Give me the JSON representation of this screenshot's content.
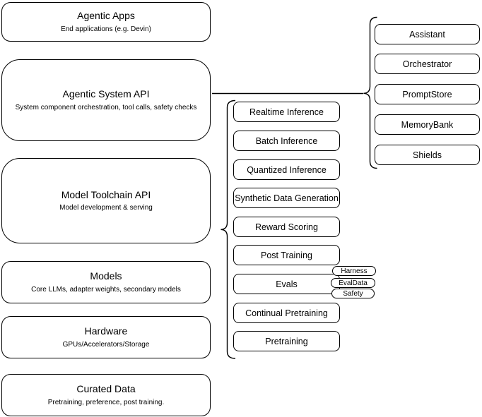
{
  "diagram": {
    "background_color": "#ffffff",
    "stroke_color": "#000000",
    "left_stack": [
      {
        "title": "Agentic Apps",
        "subtitle": "End applications (e.g. Devin)"
      },
      {
        "title": "Agentic System API",
        "subtitle": "System component orchestration, tool calls, safety checks"
      },
      {
        "title": "Model Toolchain API",
        "subtitle": "Model development & serving"
      },
      {
        "title": "Models",
        "subtitle": "Core LLMs, adapter weights, secondary models"
      },
      {
        "title": "Hardware",
        "subtitle": "GPUs/Accelerators/Storage"
      },
      {
        "title": "Curated Data",
        "subtitle": "Pretraining, preference, post training."
      }
    ],
    "toolchain_items": [
      "Realtime Inference",
      "Batch Inference",
      "Quantized Inference",
      "Synthetic Data Generation",
      "Reward Scoring",
      "Post Training",
      "Evals",
      "Continual Pretraining",
      "Pretraining"
    ],
    "eval_tags": [
      "Harness",
      "EvalData",
      "Safety"
    ],
    "system_components": [
      "Assistant",
      "Orchestrator",
      "PromptStore",
      "MemoryBank",
      "Shields"
    ]
  }
}
